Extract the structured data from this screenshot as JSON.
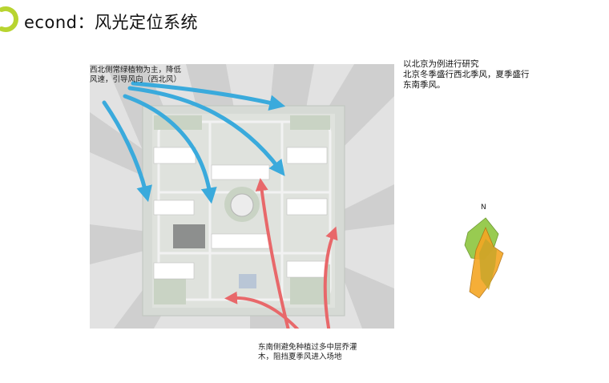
{
  "title": "econd：风光定位系统",
  "annotations": {
    "northwest": [
      "西北侧常绿植物为主，降低",
      "风速，引导风向（西北风）"
    ],
    "southeast": [
      "东南侧避免种植过多中层乔灌",
      "木，阻挡夏季风进入场地"
    ]
  },
  "research_note": [
    "以北京为例进行研究",
    "北京冬季盛行西北季风，夏季盛行",
    "东南季风。"
  ],
  "compass": {
    "north_label": "N"
  },
  "colors": {
    "winter_wind": "#3aaadc",
    "summer_wind": "#e8686a",
    "logo": "#b8d430",
    "rose_green": "#8dc63f",
    "rose_orange": "#f5a623"
  }
}
